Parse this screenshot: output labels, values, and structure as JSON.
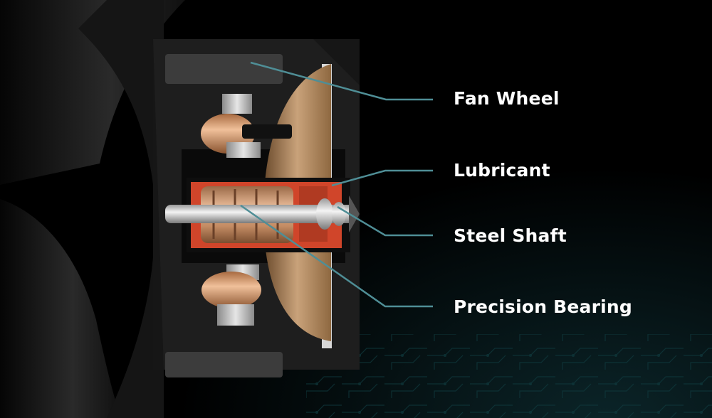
{
  "callouts": {
    "fan_wheel": "Fan Wheel",
    "lubricant": "Lubricant",
    "steel_shaft": "Steel Shaft",
    "precision_bearing": "Precision Bearing"
  },
  "colors": {
    "background": "#000000",
    "leader_line": "#4f8e96",
    "housing": "#1a1a1a",
    "foam_pad": "#3a3a3a",
    "copper": "#c98a5c",
    "bearing_red": "#d0452a",
    "label_text": "#ffffff"
  }
}
